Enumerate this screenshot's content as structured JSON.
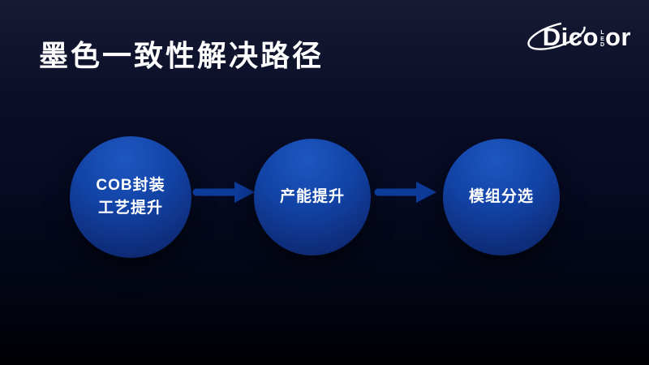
{
  "slide": {
    "title": "墨色一致性解决路径"
  },
  "logo": {
    "name": "Dicolor LED",
    "part1": "Dico",
    "vertical_letters": [
      "L",
      "E",
      "D"
    ],
    "part2": "or"
  },
  "flow": {
    "steps": [
      {
        "lines": [
          "COB封装",
          "工艺提升"
        ]
      },
      {
        "lines": [
          "产能提升"
        ]
      },
      {
        "lines": [
          "模组分选"
        ]
      }
    ]
  },
  "colors": {
    "background_top": "#161a33",
    "background_bottom": "#000004",
    "circle_gradient_top": "#1e57c0",
    "circle_gradient_bottom": "#0c2264",
    "arrow": "#0d3b9a",
    "text": "#ffffff"
  }
}
